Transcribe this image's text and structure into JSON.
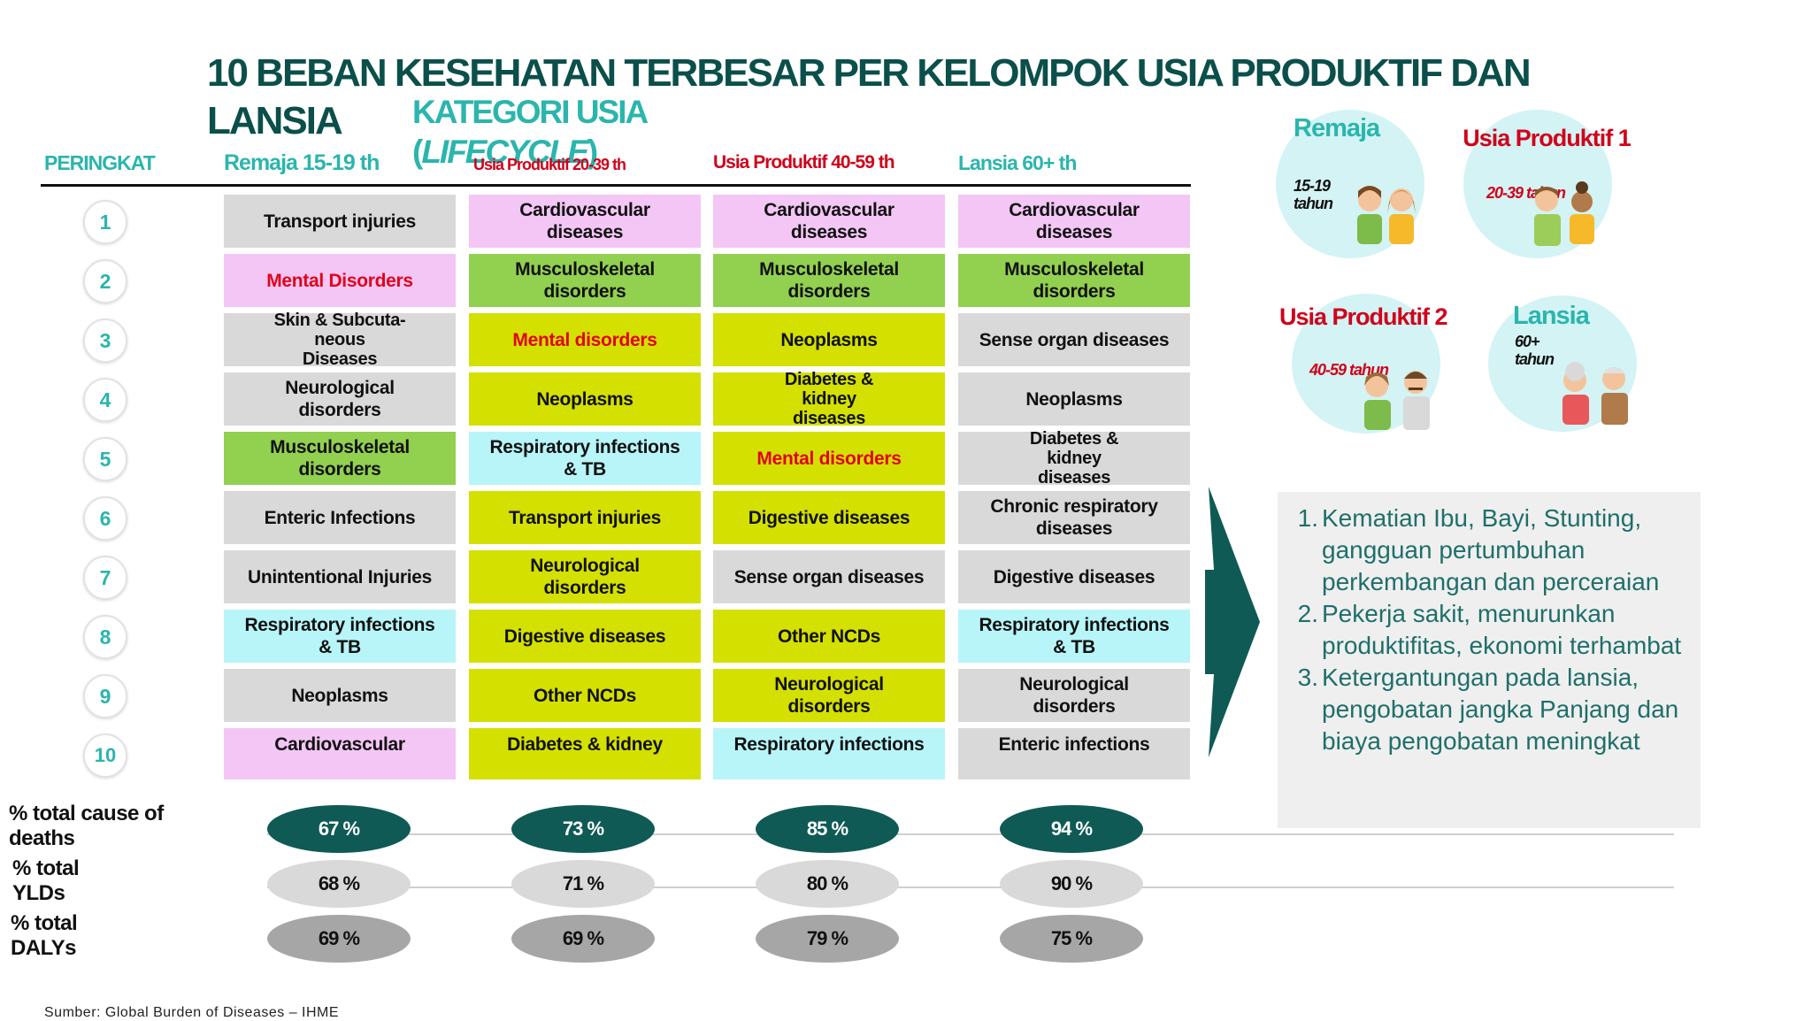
{
  "title": {
    "line1": "10 BEBAN KESEHATAN TERBESAR PER KELOMPOK USIA PRODUKTIF DAN",
    "line2": "LANSIA",
    "subtitle_line1": "KATEGORI USIA",
    "subtitle_line2_open": "(",
    "subtitle_line2_italic": "LIFECYCLE",
    "subtitle_line2_close": ")"
  },
  "headers": {
    "rank": "PERINGKAT",
    "col1": "Remaja 15-19 th",
    "col2": "Usia Produktif 20-39 th",
    "col3": "Usia Produktif 40-59 th",
    "col4": "Lansia 60+ th"
  },
  "ranks": [
    "1",
    "2",
    "3",
    "4",
    "5",
    "6",
    "7",
    "8",
    "9",
    "10"
  ],
  "columns": [
    {
      "cells": [
        {
          "text": "Transport injuries"
        },
        {
          "text": "Mental Disorders",
          "color": "#e0021b"
        },
        {
          "text": "Skin & Subcuta-\nneous\nDiseases"
        },
        {
          "text": "Neurological\ndisorders"
        },
        {
          "text": "Musculoskeletal\ndisorders"
        },
        {
          "text": "Enteric Infections"
        },
        {
          "text": "Unintentional Injuries"
        },
        {
          "text": "Respiratory infections\n& TB"
        },
        {
          "text": "Neoplasms"
        },
        {
          "text": "Cardiovascular"
        }
      ]
    },
    {
      "cells": [
        {
          "text": "Cardiovascular\ndiseases"
        },
        {
          "text": "Musculoskeletal\ndisorders"
        },
        {
          "text": "Mental disorders",
          "color": "#e0021b"
        },
        {
          "text": "Neoplasms"
        },
        {
          "text": "Respiratory infections\n& TB"
        },
        {
          "text": "Transport injuries"
        },
        {
          "text": "Neurological\ndisorders"
        },
        {
          "text": "Digestive diseases"
        },
        {
          "text": "Other NCDs"
        },
        {
          "text": "Diabetes & kidney"
        }
      ]
    },
    {
      "cells": [
        {
          "text": "Cardiovascular\ndiseases"
        },
        {
          "text": "Musculoskeletal\ndisorders"
        },
        {
          "text": "Neoplasms"
        },
        {
          "text": "Diabetes &\nkidney\ndiseases"
        },
        {
          "text": "Mental disorders",
          "color": "#e0021b"
        },
        {
          "text": "Digestive diseases"
        },
        {
          "text": "Sense organ diseases"
        },
        {
          "text": "Other NCDs"
        },
        {
          "text": "Neurological\ndisorders"
        },
        {
          "text": "Respiratory infections"
        }
      ]
    },
    {
      "cells": [
        {
          "text": "Cardiovascular\ndiseases"
        },
        {
          "text": "Musculoskeletal\ndisorders"
        },
        {
          "text": "Sense organ diseases"
        },
        {
          "text": "Neoplasms"
        },
        {
          "text": "Diabetes &\nkidney\ndiseases"
        },
        {
          "text": "Chronic respiratory\ndiseases"
        },
        {
          "text": "Digestive diseases"
        },
        {
          "text": "Respiratory infections\n& TB"
        },
        {
          "text": "Neurological\ndisorders"
        },
        {
          "text": "Enteric infections"
        }
      ]
    }
  ],
  "category_colors": {
    "cardiovascular": "#f3c6f5",
    "musculoskeletal": "#92d050",
    "ncd": "#d4e000",
    "respiratory": "#b8f5f8",
    "other": "#d9d9d9",
    "mental_text": "#e0021b"
  },
  "stats": [
    {
      "label": "% total cause of deaths",
      "values": [
        "67 %",
        "73 %",
        "85 %",
        "94 %"
      ],
      "fill": "#0f5a55",
      "text_color": "#ffffff"
    },
    {
      "label": "% total YLDs",
      "values": [
        "68 %",
        "71 %",
        "80 %",
        "90 %"
      ],
      "fill": "#d9d9d9",
      "text_color": "#111111"
    },
    {
      "label": "% total DALYs",
      "values": [
        "69 %",
        "69 %",
        "79 %",
        "75 %"
      ],
      "fill": "#a6a6a6",
      "text_color": "#111111"
    }
  ],
  "bubbles": [
    {
      "title": "Remaja",
      "sub": "15-19 tahun",
      "title_color": "#2bb5ad"
    },
    {
      "title": "Usia Produktif 1",
      "sub": "20-39 tahun",
      "title_color": "#d0021b"
    },
    {
      "title": "Usia Produktif 2",
      "sub": "40-59 tahun",
      "title_color": "#d0021b"
    },
    {
      "title": "Lansia",
      "sub": "60+ tahun",
      "title_color": "#2bb5ad"
    }
  ],
  "notes": [
    {
      "num": "1.",
      "text": "Kematian Ibu, Bayi, Stunting, gangguan pertumbuhan perkembangan dan perceraian"
    },
    {
      "num": "2.",
      "text": "Pekerja sakit, menurunkan produktifitas, ekonomi terhambat"
    },
    {
      "num": "3.",
      "text": "Ketergantungan pada lansia, pengobatan jangka Panjang dan biaya pengobatan meningkat"
    }
  ],
  "source": "Sumber: Global Burden of Diseases – IHME",
  "colors": {
    "arrow": "#0f5a55",
    "accent": "#2bb5ad",
    "title": "#0b4f4a"
  }
}
